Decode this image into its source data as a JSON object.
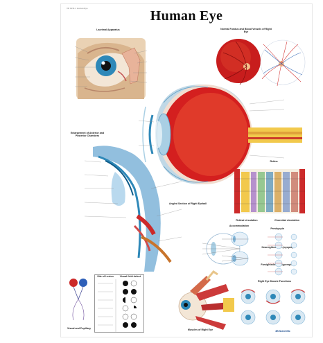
{
  "poster": {
    "code": "VR 1231 L  Human Eye",
    "title": "Human Eye"
  },
  "sections": {
    "lacrimal": "Lacrimal Apparatus",
    "fundus": "Normal Fundus and Blood Vessels of Right Eye",
    "enlargement": "Enlargement of Anterior and Posterior Chambers",
    "angled": "Angled Section of Right Eyeball",
    "retina": "Retina",
    "retina_circ_left": "Retinal circulation",
    "retina_circ_right": "Choroidal circulation",
    "accommodation": "Accommodation",
    "presbyopia": "Presbyopia",
    "nearsighted": "Nearsightedness (myopia)",
    "farsighted": "Farsightedness (hyperopia)",
    "muscle_functions": "Right Eye Muscle Functions",
    "muscles": "Muscles of Right Eye",
    "visual": "Visual and Pupillary",
    "field_col1": "Site of Lesion",
    "field_col2": "Visual field defect"
  },
  "publisher": "3B Scientific",
  "colors": {
    "iris": "#2e88b8",
    "sclera": "#f4ece4",
    "red": "#cc1f1f",
    "vessel": "#e54a3a",
    "nerve": "#f2c94c",
    "blue": "#7fb4d8",
    "bone": "#e9d6b4",
    "skin": "#e8c9a8"
  },
  "icons": [
    "eye-illustration",
    "fundus-disc",
    "eyeball-section",
    "retina-layers",
    "muscles-illustration"
  ]
}
